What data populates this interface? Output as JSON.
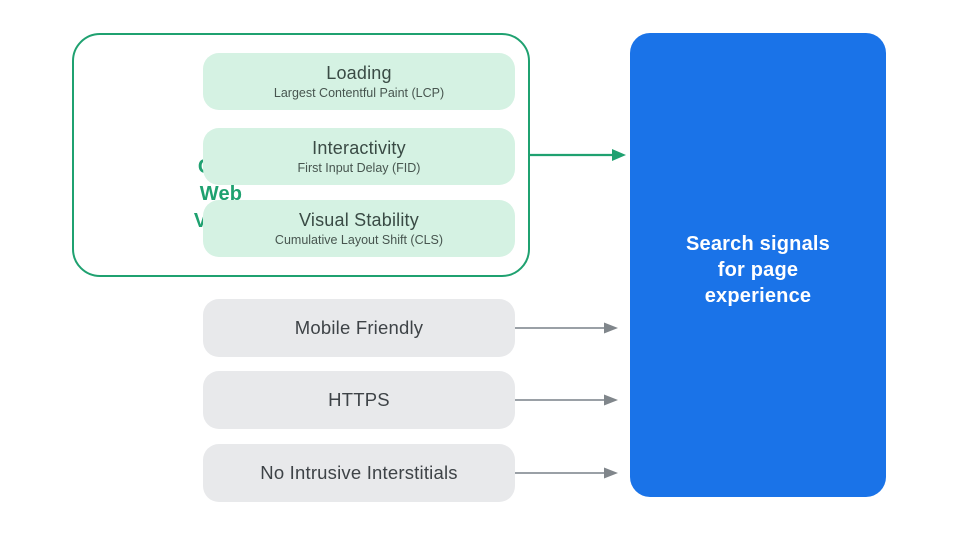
{
  "colors": {
    "accent_green": "#1fa170",
    "mint_fill": "#d5f2e3",
    "metric_title_text": "#3a4b45",
    "metric_subtitle_text": "#47554f",
    "gray_fill": "#e8e9eb",
    "gray_text": "#3e4347",
    "arrow_gray": "#9aa0a6",
    "blue_fill": "#1a73e8",
    "result_text": "#ffffff"
  },
  "core_web_vitals": {
    "label_lines": [
      "Core",
      "Web",
      "Vitals"
    ],
    "metrics": [
      {
        "title": "Loading",
        "subtitle": "Largest Contentful Paint (LCP)"
      },
      {
        "title": "Interactivity",
        "subtitle": "First Input Delay (FID)"
      },
      {
        "title": "Visual Stability",
        "subtitle": "Cumulative Layout Shift (CLS)"
      }
    ]
  },
  "other_signals": [
    {
      "label": "Mobile Friendly"
    },
    {
      "label": "HTTPS"
    },
    {
      "label": "No Intrusive Interstitials"
    }
  ],
  "result_box": {
    "lines": [
      "Search signals",
      "for page",
      "experience"
    ]
  }
}
